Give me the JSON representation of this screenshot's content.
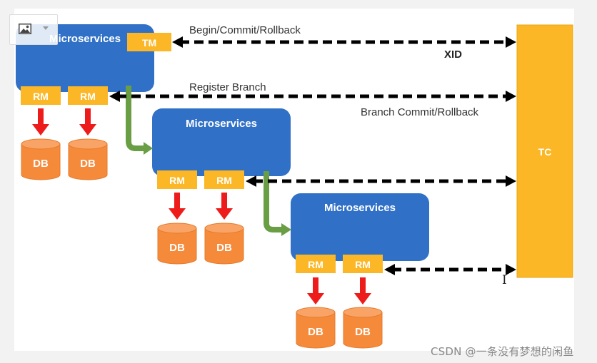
{
  "diagram": {
    "colors": {
      "microservice": "#3070c6",
      "tm_rm": "#fbb726",
      "tc": "#fbb726",
      "db": "#f58a3b",
      "db_top": "#f9a466",
      "red_arrow": "#ee1b1b",
      "green_arrow": "#6a9e45",
      "dashed_arrow": "#000000"
    },
    "services": [
      {
        "label": "Microservices",
        "rm_labels": [
          "RM",
          "RM"
        ],
        "db_labels": [
          "DB",
          "DB"
        ],
        "has_tm": true,
        "tm_label": "TM"
      },
      {
        "label": "Microservices",
        "rm_labels": [
          "RM",
          "RM"
        ],
        "db_labels": [
          "DB",
          "DB"
        ],
        "has_tm": false
      },
      {
        "label": "Microservices",
        "rm_labels": [
          "RM",
          "RM"
        ],
        "db_labels": [
          "DB",
          "DB"
        ],
        "has_tm": false
      }
    ],
    "tc_label": "TC",
    "arrows": {
      "begin_commit_rollback": "Begin/Commit/Rollback",
      "xid": "XID",
      "register_branch": "Register Branch",
      "branch_commit_rollback": "Branch Commit/Rollback"
    }
  },
  "toolbar": {
    "icon": "image-icon",
    "dropdown": "chevron-down-icon"
  },
  "watermark": "CSDN @一条没有梦想的闲鱼",
  "cursor_glyph": "I"
}
